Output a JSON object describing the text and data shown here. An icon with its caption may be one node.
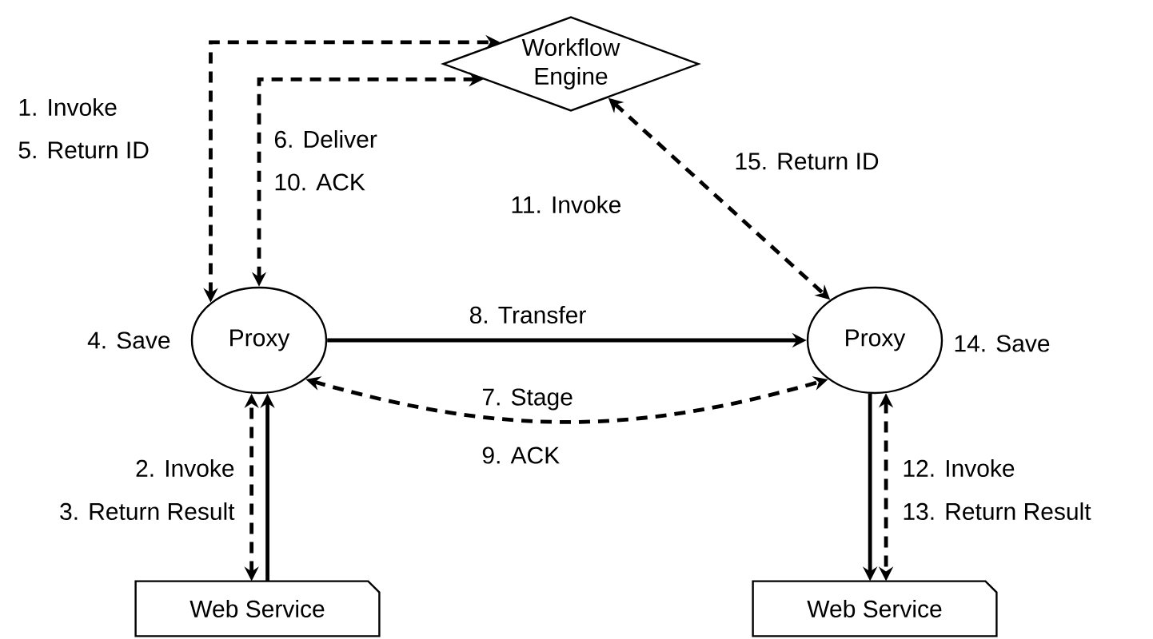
{
  "diagram": {
    "nodes": [
      {
        "text": [
          "Workflow Engine"
        ]
      },
      {
        "text": [
          "Proxy"
        ],
        "beside": [
          "4. Save"
        ]
      },
      {
        "text": [
          "Proxy"
        ],
        "beside": [
          "14. Save"
        ]
      },
      {
        "text": [
          "Web Service"
        ]
      },
      {
        "text": [
          "Web Service"
        ]
      }
    ],
    "edges": [
      {
        "from": 1,
        "to": 0,
        "arrow": "both",
        "style": "dashed",
        "label": "1. Invoke"
      },
      {
        "from": 1,
        "to": 0,
        "arrow": "both",
        "style": "dashed",
        "label": "6. Deliver"
      },
      {
        "from": 0,
        "to": 2,
        "arrow": "both",
        "style": "dashed",
        "label": "11. Invoke"
      },
      {
        "from": 1,
        "to": 2,
        "arrow": "to",
        "label": "8. Transfer"
      },
      {
        "from": 1,
        "to": 2,
        "arrow": "both",
        "style": "dashed",
        "label": "7. Stage"
      },
      {
        "from": 3,
        "to": 1,
        "arrow": "both",
        "style": "dashed",
        "label": "2. Invoke"
      },
      {
        "from": 3,
        "to": 1,
        "arrow": "to"
      },
      {
        "from": 2,
        "to": 4,
        "arrow": "to"
      },
      {
        "from": 2,
        "to": 4,
        "arrow": "both",
        "style": "dashed",
        "label": "12. Invoke"
      }
    ],
    "labels": [
      "5. Return ID",
      "10. ACK",
      "15. Return ID",
      "9. ACK",
      "3. Return Result",
      "13. Return Result"
    ]
  }
}
